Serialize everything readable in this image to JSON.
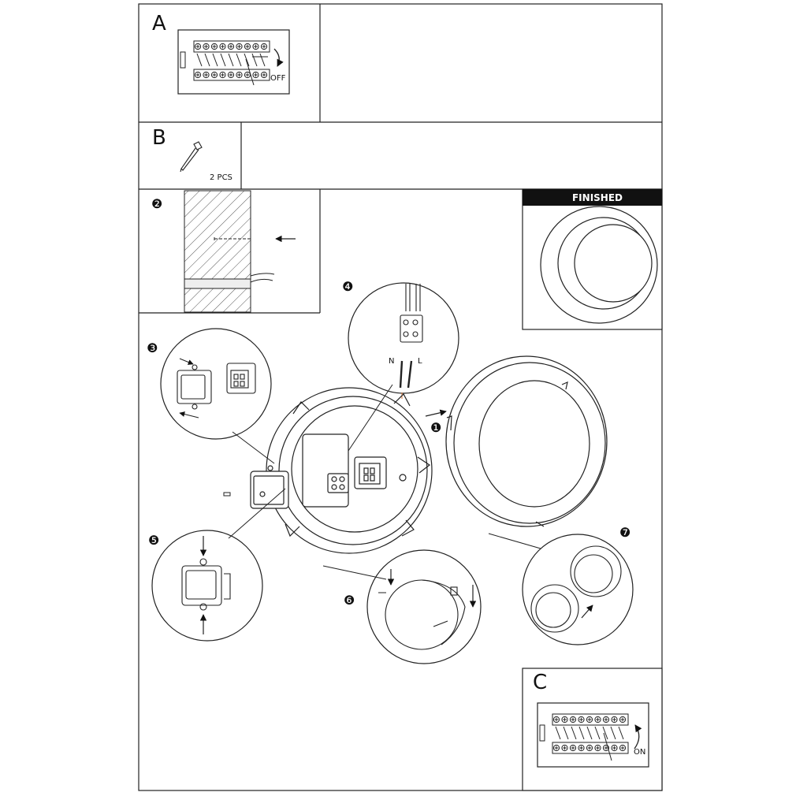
{
  "panels": {
    "a": {
      "letter": "A",
      "breaker_state": "OFF"
    },
    "b": {
      "letter": "B",
      "quantity": "2 PCS"
    },
    "c": {
      "letter": "C",
      "breaker_state": "ON"
    },
    "finished": {
      "title": "FINISHED"
    }
  },
  "steps": {
    "s1": "❶",
    "s2": "❷",
    "s3": "❸",
    "s4": "❹",
    "s5": "❺",
    "s6": "❻",
    "s7": "❼"
  },
  "wiring": {
    "neutral": "N",
    "live": "L"
  },
  "colors": {
    "ink": "#111111",
    "hatch": "#555555",
    "banner": "#111111",
    "shade": "#d8d8d8",
    "accent": "#e07a3a"
  }
}
